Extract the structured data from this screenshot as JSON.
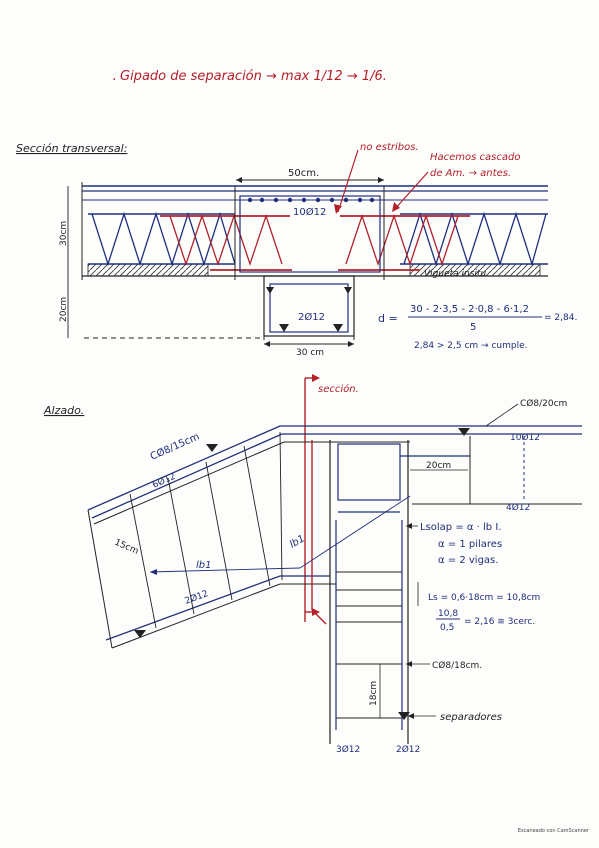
{
  "title": {
    "bullet": ".",
    "text": "Gipado de separación → max 1/12 → 1/6."
  },
  "section_cross": {
    "heading": "Sección transversal:",
    "note_no_stirrups": "no estribos.",
    "note_fill_line1": "Hacemos cascado",
    "note_fill_line2": "de Am. → antes.",
    "dim_50cm": "50cm.",
    "bars_top": "10Ø12",
    "dim_30cm_side": "30cm",
    "dim_20cm_side": "20cm",
    "bars_bottom": "2Ø12",
    "dim_30cm_bottom": "30 cm",
    "vigueta_label": "Vigueta insitu",
    "formula_lhs": "d =",
    "formula_num": "30 - 2·3,5 - 2·0,8 - 6·1,2",
    "formula_den": "5",
    "formula_result": "= 2,84.",
    "formula_check": "2,84 > 2,5 cm → cumple."
  },
  "elevation": {
    "heading": "Alzado.",
    "section_label": "sección.",
    "stirrups_left": "CØ8/15cm",
    "bars_left_top": "6Ø12",
    "dim_15cm": "15cm",
    "lb1": "lb1",
    "lb2": "lb1",
    "bars_left_bottom": "2Ø12",
    "stirrups_top_right": "CØ8/20cm",
    "bars_top_right": "10Ø12",
    "dim_20cm": "20cm",
    "bars_4": "4Ø12",
    "lsolap_line1": "Lsolap = α · lb I.",
    "lsolap_line2": "α = 1 pilares",
    "lsolap_line3": "α = 2 vigas.",
    "ls_line": "Ls = 0,6·18cm = 10,8cm",
    "ratio_num": "10,8",
    "ratio_den": "0,5",
    "ratio_result": "= 2,16 ≅ 3cerc.",
    "stirrups_18": "CØ8/18cm.",
    "dim_18cm": "18cm",
    "separadores": "separadores",
    "bars_bottom_left": "3Ø12",
    "bars_bottom_right": "2Ø12"
  },
  "footer": {
    "scan_mark": "Escaneado con CamScanner"
  },
  "colors": {
    "ink_blue": "#1f2f7a",
    "ink_red": "#b4202a",
    "ink_black": "#222222",
    "paper": "#fdfdfb"
  }
}
